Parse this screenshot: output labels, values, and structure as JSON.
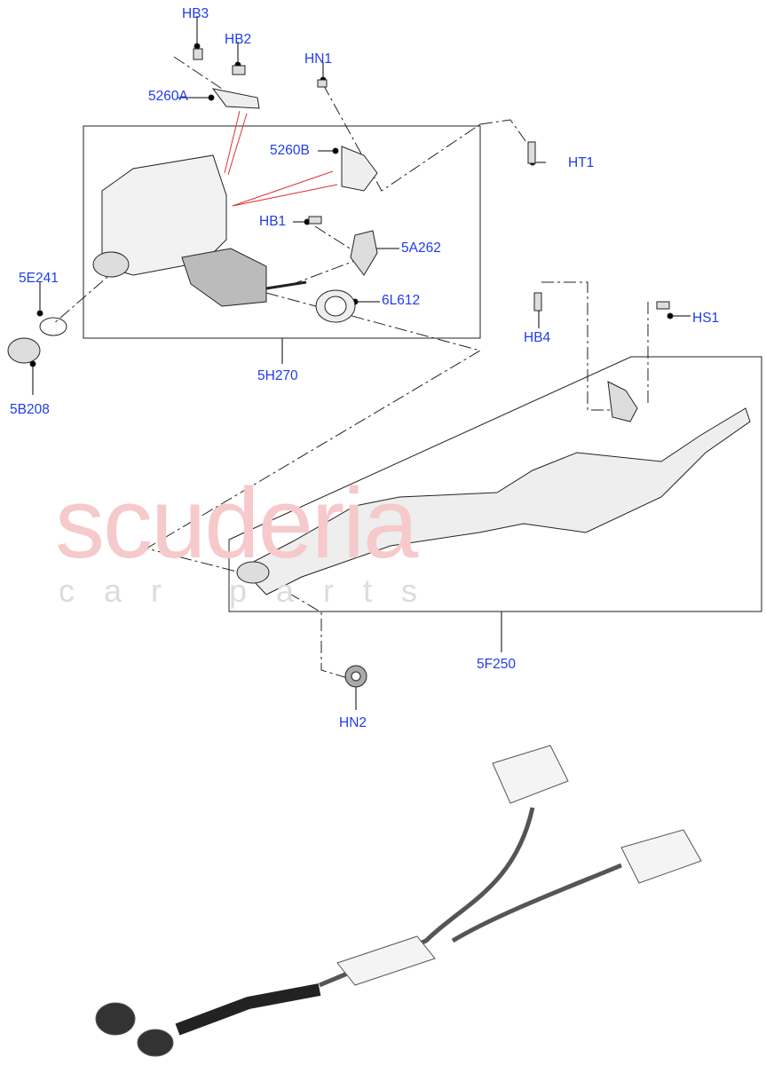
{
  "watermark": {
    "brand": "scuderia",
    "sub": "car parts",
    "brand_color": "#f6c9cb"
  },
  "label_color": "#1f3cf0",
  "callouts": {
    "hb3": "HB3",
    "hb2": "HB2",
    "hn1": "HN1",
    "p5260a": "5260A",
    "p5260b": "5260B",
    "ht1": "HT1",
    "hb1": "HB1",
    "p5a262": "5A262",
    "p5e241": "5E241",
    "p6l612": "6L612",
    "p5b208": "5B208",
    "p5h270": "5H270",
    "hb4": "HB4",
    "hs1": "HS1",
    "p5f250": "5F250",
    "hn2": "HN2"
  }
}
